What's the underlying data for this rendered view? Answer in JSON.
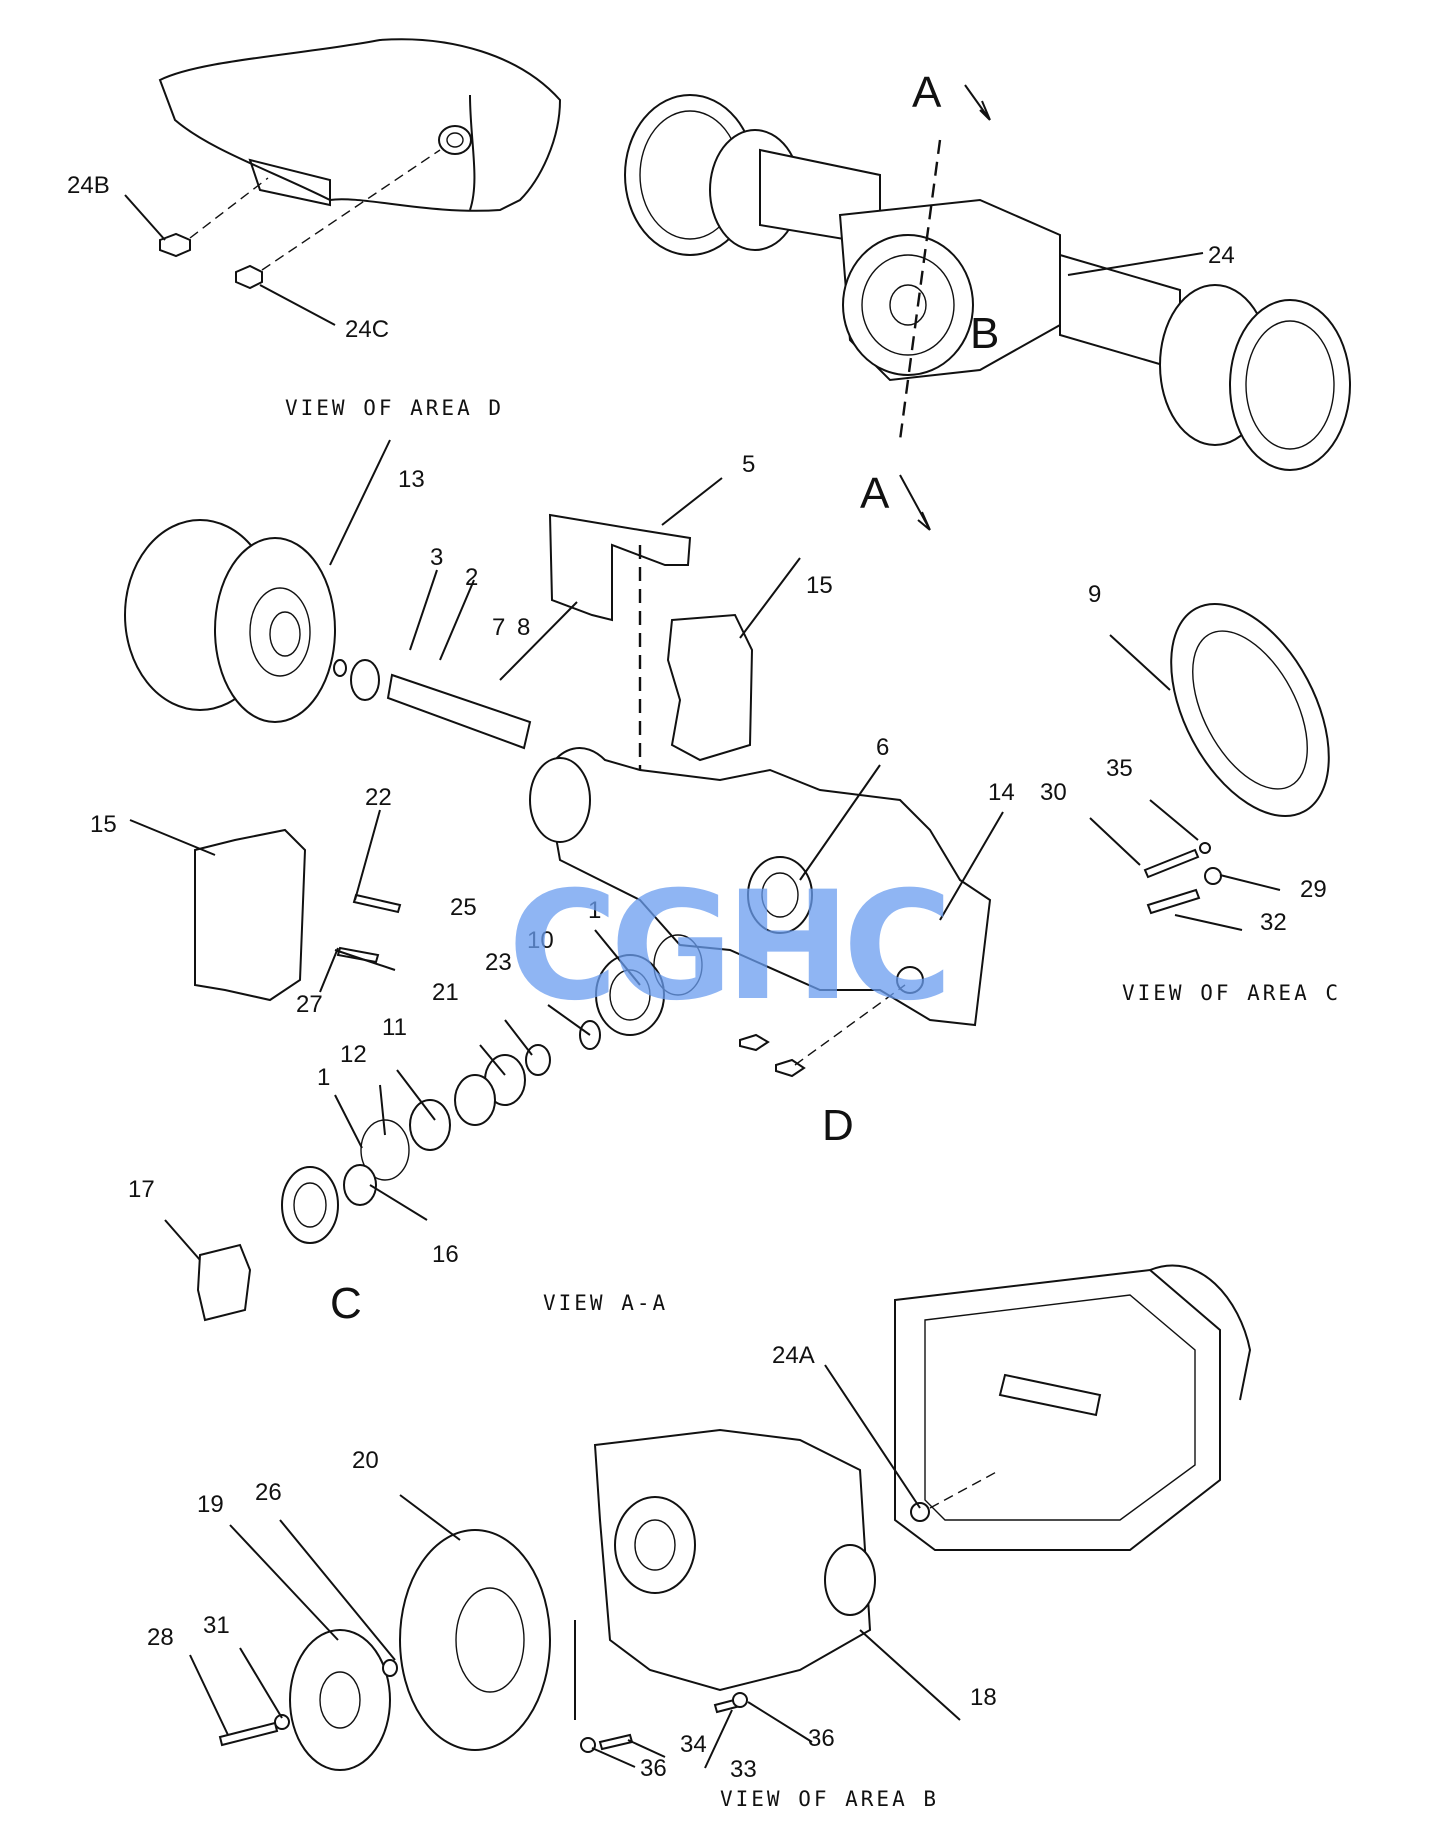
{
  "views": {
    "area_d": "VIEW OF AREA D",
    "a_a": "VIEW A-A",
    "area_c": "VIEW OF AREA C",
    "area_b": "VIEW OF AREA B"
  },
  "section_markers": {
    "a_top": "A",
    "a_bottom": "A",
    "b": "B",
    "c": "C",
    "d": "D"
  },
  "watermark": "CGHC",
  "callouts": {
    "c24B": "24B",
    "c24C": "24C",
    "c24": "24",
    "c13": "13",
    "c3": "3",
    "c2": "2",
    "c7": "7",
    "c8": "8",
    "c5": "5",
    "c15a": "15",
    "c6": "6",
    "c14": "14",
    "c9": "9",
    "c35": "35",
    "c30": "30",
    "c29": "29",
    "c32": "32",
    "c15b": "15",
    "c22": "22",
    "c25": "25",
    "c27": "27",
    "c1a": "1",
    "c10": "10",
    "c23": "23",
    "c21": "21",
    "c11": "11",
    "c12": "12",
    "c1b": "1",
    "c16": "16",
    "c17": "17",
    "c24A": "24A",
    "c20": "20",
    "c19": "19",
    "c26": "26",
    "c28": "28",
    "c31": "31",
    "c18": "18",
    "c34": "34",
    "c33": "33",
    "c36a": "36",
    "c36b": "36"
  }
}
